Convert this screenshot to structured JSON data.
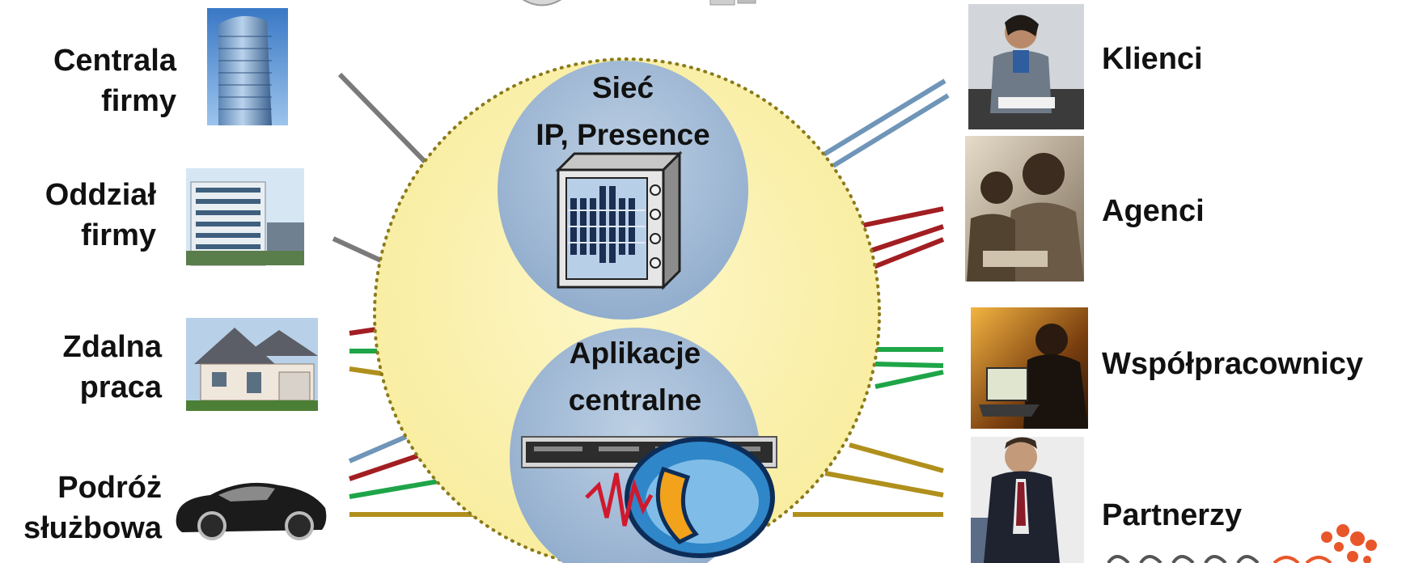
{
  "left_nodes": [
    {
      "id": "hq",
      "lines": [
        "Centrala",
        "firmy"
      ],
      "image": "skyscraper-photo"
    },
    {
      "id": "branch",
      "lines": [
        "Oddział",
        "firmy"
      ],
      "image": "office-building-photo"
    },
    {
      "id": "remote",
      "lines": [
        "Zdalna",
        "praca"
      ],
      "image": "house-photo"
    },
    {
      "id": "travel",
      "lines": [
        "Podróż",
        "służbowa"
      ],
      "image": "sports-car-photo"
    }
  ],
  "right_nodes": [
    {
      "id": "clients",
      "lines": [
        "Klienci"
      ],
      "image": "businesswoman-phone-photo"
    },
    {
      "id": "agents",
      "lines": [
        "Agenci"
      ],
      "image": "call-center-agents-photo"
    },
    {
      "id": "coworkers",
      "lines": [
        "Współpracownicy"
      ],
      "image": "man-laptop-photo"
    },
    {
      "id": "partners",
      "lines": [
        "Partnerzy"
      ],
      "image": "businessman-phone-photo"
    }
  ],
  "core": {
    "network": {
      "lines": [
        "Sieć",
        "IP, Presence"
      ],
      "icon": "network-switch-icon"
    },
    "apps": {
      "lines": [
        "Aplikacje",
        "centralne"
      ],
      "icon": "server-phone-icon"
    }
  },
  "colors": {
    "core_fill": "#fbf3b0",
    "core_border": "#8a7a1a",
    "inner_fill": "#a9bfd8",
    "line_gray": "#7a7a7a",
    "line_blue": "#6f95b8",
    "line_red": "#a21e22",
    "line_green": "#1ea548",
    "line_gold": "#b0901c",
    "logo_orange": "#e8572a"
  }
}
